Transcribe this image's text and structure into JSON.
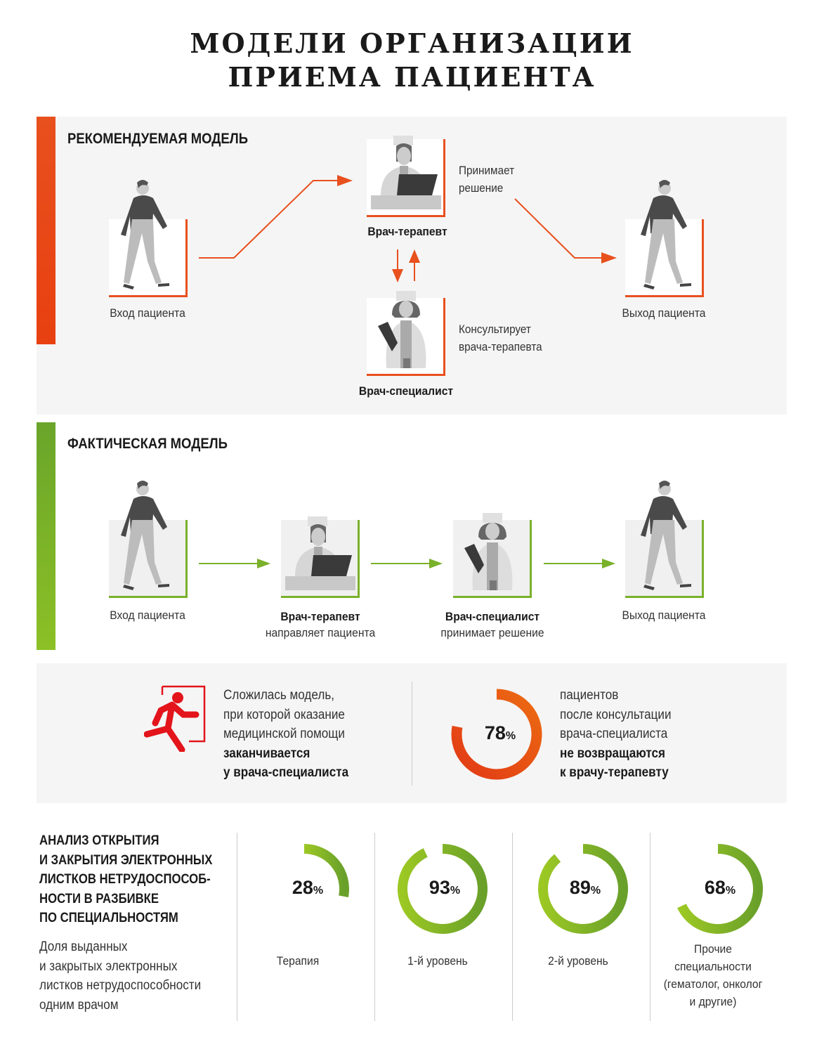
{
  "title": {
    "line1": "МОДЕЛИ ОРГАНИЗАЦИИ",
    "line2": "ПРИЕМА ПАЦИЕНТА"
  },
  "recommended": {
    "heading": "РЕКОМЕНДУЕМАЯ МОДЕЛЬ",
    "entry": "Вход пациента",
    "therapist": "Врач-терапевт",
    "therapist_note": [
      "Принимает",
      "решение"
    ],
    "specialist": "Врач-специалист",
    "specialist_note": [
      "Консультирует",
      "врача-терапевта"
    ],
    "exit": "Выход пациента",
    "accent": "#e8501e"
  },
  "actual": {
    "heading": "ФАКТИЧЕСКАЯ МОДЕЛЬ",
    "entry": "Вход пациента",
    "therapist": "Врач-терапевт",
    "therapist_note": "направляет пациента",
    "specialist": "Врач-специалист",
    "specialist_note": "принимает решение",
    "exit": "Выход пациента",
    "accent": "#7ab12b"
  },
  "info": {
    "left_lines": [
      "Сложилась модель,",
      "при которой оказание",
      "медицинской помощи"
    ],
    "left_bold": [
      "заканчивается",
      "у врача-специалиста"
    ],
    "donut_value": 78,
    "donut_label": "78",
    "pct_sign": "%",
    "right_lines": [
      "пациентов",
      "после консультации",
      "врача-специалиста"
    ],
    "right_bold": [
      "не возвращаются",
      "к врачу-терапевту"
    ]
  },
  "analysis": {
    "heading": [
      "АНАЛИЗ ОТКРЫТИЯ",
      "И ЗАКРЫТИЯ ЭЛЕКТРОННЫХ",
      "ЛИСТКОВ НЕТРУДОСПОСОБ-",
      "НОСТИ В РАЗБИВКЕ",
      "ПО СПЕЦИАЛЬНОСТЯМ"
    ],
    "description": [
      "Доля выданных",
      "и закрытых электронных",
      "листков нетрудоспособности",
      "одним врачом"
    ]
  },
  "chart_data": {
    "type": "donut",
    "title": "Доля выданных и закрытых электронных листков нетрудоспособности одним врачом",
    "categories": [
      "Терапия",
      "1-й уровень",
      "2-й уровень",
      "Прочие специальности (гематолог, онколог и другие)"
    ],
    "values": [
      28,
      93,
      89,
      68
    ],
    "value_labels": [
      "28",
      "93",
      "89",
      "68"
    ],
    "label_lines": [
      [
        "Терапия"
      ],
      [
        "1-й уровень"
      ],
      [
        "2-й уровень"
      ],
      [
        "Прочие",
        "специальности",
        "(гематолог, онколог",
        "и другие)"
      ]
    ],
    "unit": "%"
  }
}
